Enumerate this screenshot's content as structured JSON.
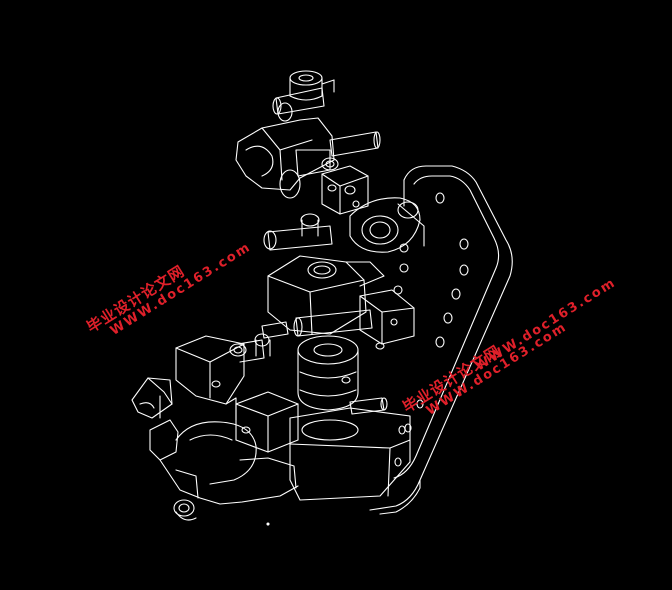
{
  "drawing": {
    "background": "#000000",
    "line_color": "#ffffff",
    "description_free": true
  },
  "watermarks": [
    {
      "line1": "毕业设计论文网",
      "line2": "WWW.doc163.com"
    },
    {
      "line1": "WWW.doc163.com",
      "line2": ""
    },
    {
      "line1": "毕业设计论文网",
      "line2": "WWW.doc163.com"
    }
  ],
  "watermark_color": "#e0202a"
}
